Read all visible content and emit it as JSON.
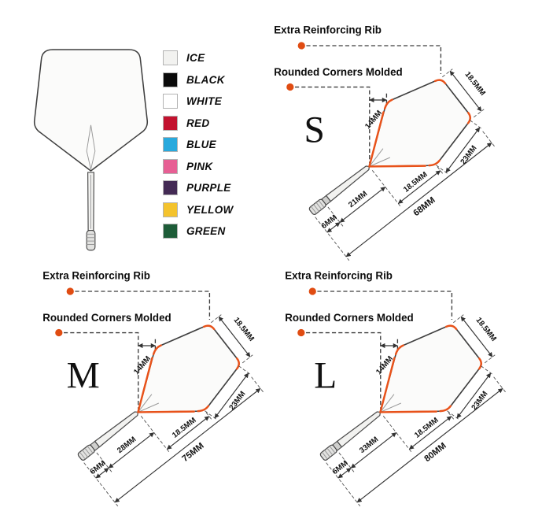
{
  "legend": {
    "colors": [
      {
        "name": "ICE",
        "hex": "#f2f2f0"
      },
      {
        "name": "BLACK",
        "hex": "#0a0a0a"
      },
      {
        "name": "WHITE",
        "hex": "#ffffff"
      },
      {
        "name": "RED",
        "hex": "#c3122f"
      },
      {
        "name": "BLUE",
        "hex": "#28a9dd"
      },
      {
        "name": "PINK",
        "hex": "#e75f94"
      },
      {
        "name": "PURPLE",
        "hex": "#432a54"
      },
      {
        "name": "YELLOW",
        "hex": "#f4c32d"
      },
      {
        "name": "GREEN",
        "hex": "#1d5c38"
      }
    ]
  },
  "sizes": [
    {
      "letter": "S",
      "rib_label": "Extra Reinforcing Rib",
      "corners_label": "Rounded Corners Molded",
      "dim_top": "14MM",
      "dim_tip": "6MM",
      "dim_shaft": "21MM",
      "dim_front": "18.5MM",
      "dim_edge": "23MM",
      "dim_width": "18.5MM",
      "dim_total": "68MM"
    },
    {
      "letter": "M",
      "rib_label": "Extra Reinforcing Rib",
      "corners_label": "Rounded Corners Molded",
      "dim_top": "14MM",
      "dim_tip": "6MM",
      "dim_shaft": "28MM",
      "dim_front": "18.5MM",
      "dim_edge": "23MM",
      "dim_width": "18.5MM",
      "dim_total": "75MM"
    },
    {
      "letter": "L",
      "rib_label": "Extra Reinforcing Rib",
      "corners_label": "Rounded Corners Molded",
      "dim_top": "14MM",
      "dim_tip": "6MM",
      "dim_shaft": "33MM",
      "dim_front": "18.5MM",
      "dim_edge": "23MM",
      "dim_width": "18.5MM",
      "dim_total": "80MM"
    }
  ]
}
